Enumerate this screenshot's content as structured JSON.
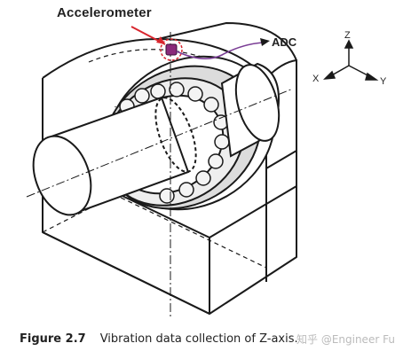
{
  "labels": {
    "accelerometer": "Accelerometer",
    "adc": "ADC"
  },
  "axes": {
    "z": "Z",
    "x": "X",
    "y": "Y"
  },
  "caption": {
    "figure": "Figure 2.7",
    "text": "Vibration data collection of Z-axis."
  },
  "watermark": "知乎 @Engineer Fu",
  "colors": {
    "line": "#1a1a1a",
    "leader": "#d8262e",
    "sensor_circle": "#d8262e",
    "sensor_body": "#8a2a7a",
    "adc_cable": "#7a3d95"
  }
}
